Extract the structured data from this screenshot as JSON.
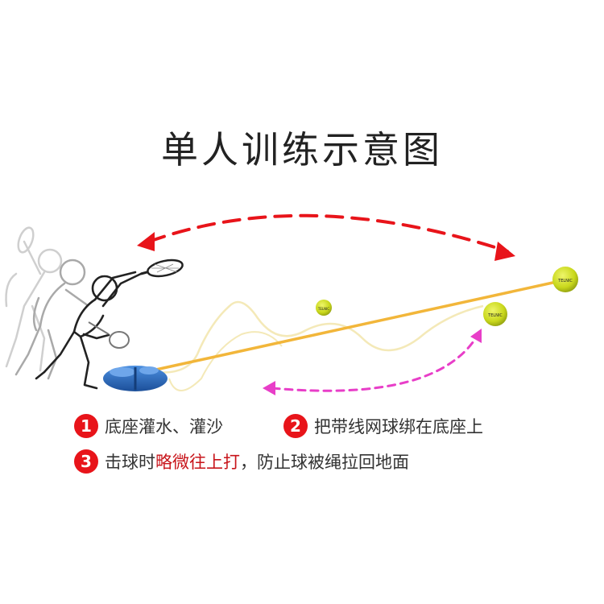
{
  "title": "单人训练示意图",
  "steps": [
    {
      "number": "1",
      "text": "底座灌水、灌沙"
    },
    {
      "number": "2",
      "text": "把带线网球绑在底座上"
    },
    {
      "number": "3",
      "text_before": "击球时",
      "text_highlight": "略微往上打",
      "text_after": "，防止球被绳拉回地面"
    }
  ],
  "ball_brand": "TELNIC",
  "colors": {
    "badge": "#e8141a",
    "highlight": "#c8151b",
    "arrow_red": "#e8141a",
    "arrow_magenta": "#e83ec8",
    "string": "#f2b63a",
    "base": "#2a6fbf",
    "ball": "#d4e021"
  }
}
